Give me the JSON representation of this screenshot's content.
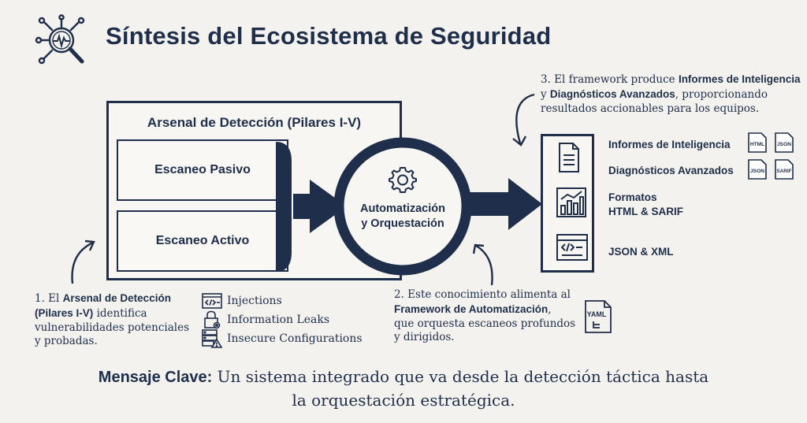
{
  "title": "Síntesis del Ecosistema de Seguridad",
  "arsenal": {
    "title": "Arsenal de Detección (Pilares I-V)",
    "scan_passive": "Escaneo Pasivo",
    "scan_active": "Escaneo Activo"
  },
  "automation": {
    "line1": "Automatización",
    "line2": "y Orquestación"
  },
  "note1": {
    "prefix": "1. El ",
    "bold1": "Arsenal de Detección",
    "bold2": "(Pilares I-V)",
    "rest1": " identifica",
    "line3": "vulnerabilidades potenciales",
    "line4": "y probadas."
  },
  "vulns": [
    {
      "label": "Injections",
      "icon": "code-window-icon"
    },
    {
      "label": "Information Leaks",
      "icon": "padlock-icon"
    },
    {
      "label": "Insecure Configurations",
      "icon": "server-warning-icon"
    }
  ],
  "note2": {
    "line1": "2. Este conocimiento alimenta al",
    "bold": "Framework de Automatización",
    "comma": ",",
    "line3": "que orquesta escaneos profundos",
    "line4": "y dirigidos."
  },
  "yaml_label": "YAML",
  "note3": {
    "line1_prefix": "3. El framework produce ",
    "bold1": "Informes de Inteligencia",
    "line2_prefix": "y ",
    "bold2": "Diagnósticos Avanzados",
    "line2_rest": ", proporcionando",
    "line3": "resultados accionables para los equipos."
  },
  "outputs": {
    "reports": "Informes de Inteligencia",
    "diagnostics": "Diagnósticos Avanzados",
    "formats_line1": "Formatos",
    "formats_line2": "HTML & SARIF",
    "json_xml": "JSON & XML",
    "badges_reports": [
      "HTML",
      "JSON"
    ],
    "badges_diag": [
      "JSON",
      "SARIF"
    ]
  },
  "key_message": {
    "bold": "Mensaje Clave:",
    "line1": " Un sistema integrado que va desde la detección táctica hasta",
    "line2": "la orquestación estratégica."
  },
  "colors": {
    "navy": "#1f2e4a",
    "background": "#f3f2ee"
  }
}
